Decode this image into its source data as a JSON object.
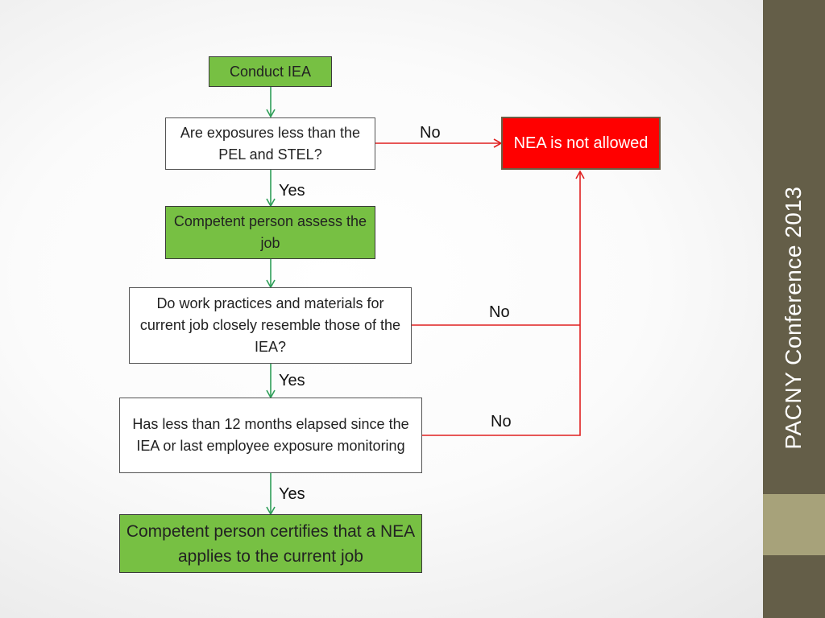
{
  "sidebar": {
    "title": "PACNY Conference 2013"
  },
  "flow": {
    "step1": "Conduct IEA",
    "q1": "Are exposures less than the PEL and STEL?",
    "q1_no": "No",
    "q1_yes": "Yes",
    "outcome_not_allowed": "NEA is not allowed",
    "step2": "Competent person assess the job",
    "q2": "Do work practices and materials for current job closely resemble those of the IEA?",
    "q2_no": "No",
    "q2_yes": "Yes",
    "q3": "Has less than 12 months elapsed since the IEA or last employee exposure monitoring",
    "q3_no": "No",
    "q3_yes": "Yes",
    "outcome_certified": "Competent person certifies that a NEA applies to the current job"
  },
  "colors": {
    "process_green": "#77c043",
    "stop_red": "#ff0000",
    "yes_arrow": "#2e9e58",
    "no_arrow": "#e02020",
    "sidebar": "#645e48",
    "sidebar_band": "#a7a27a"
  }
}
